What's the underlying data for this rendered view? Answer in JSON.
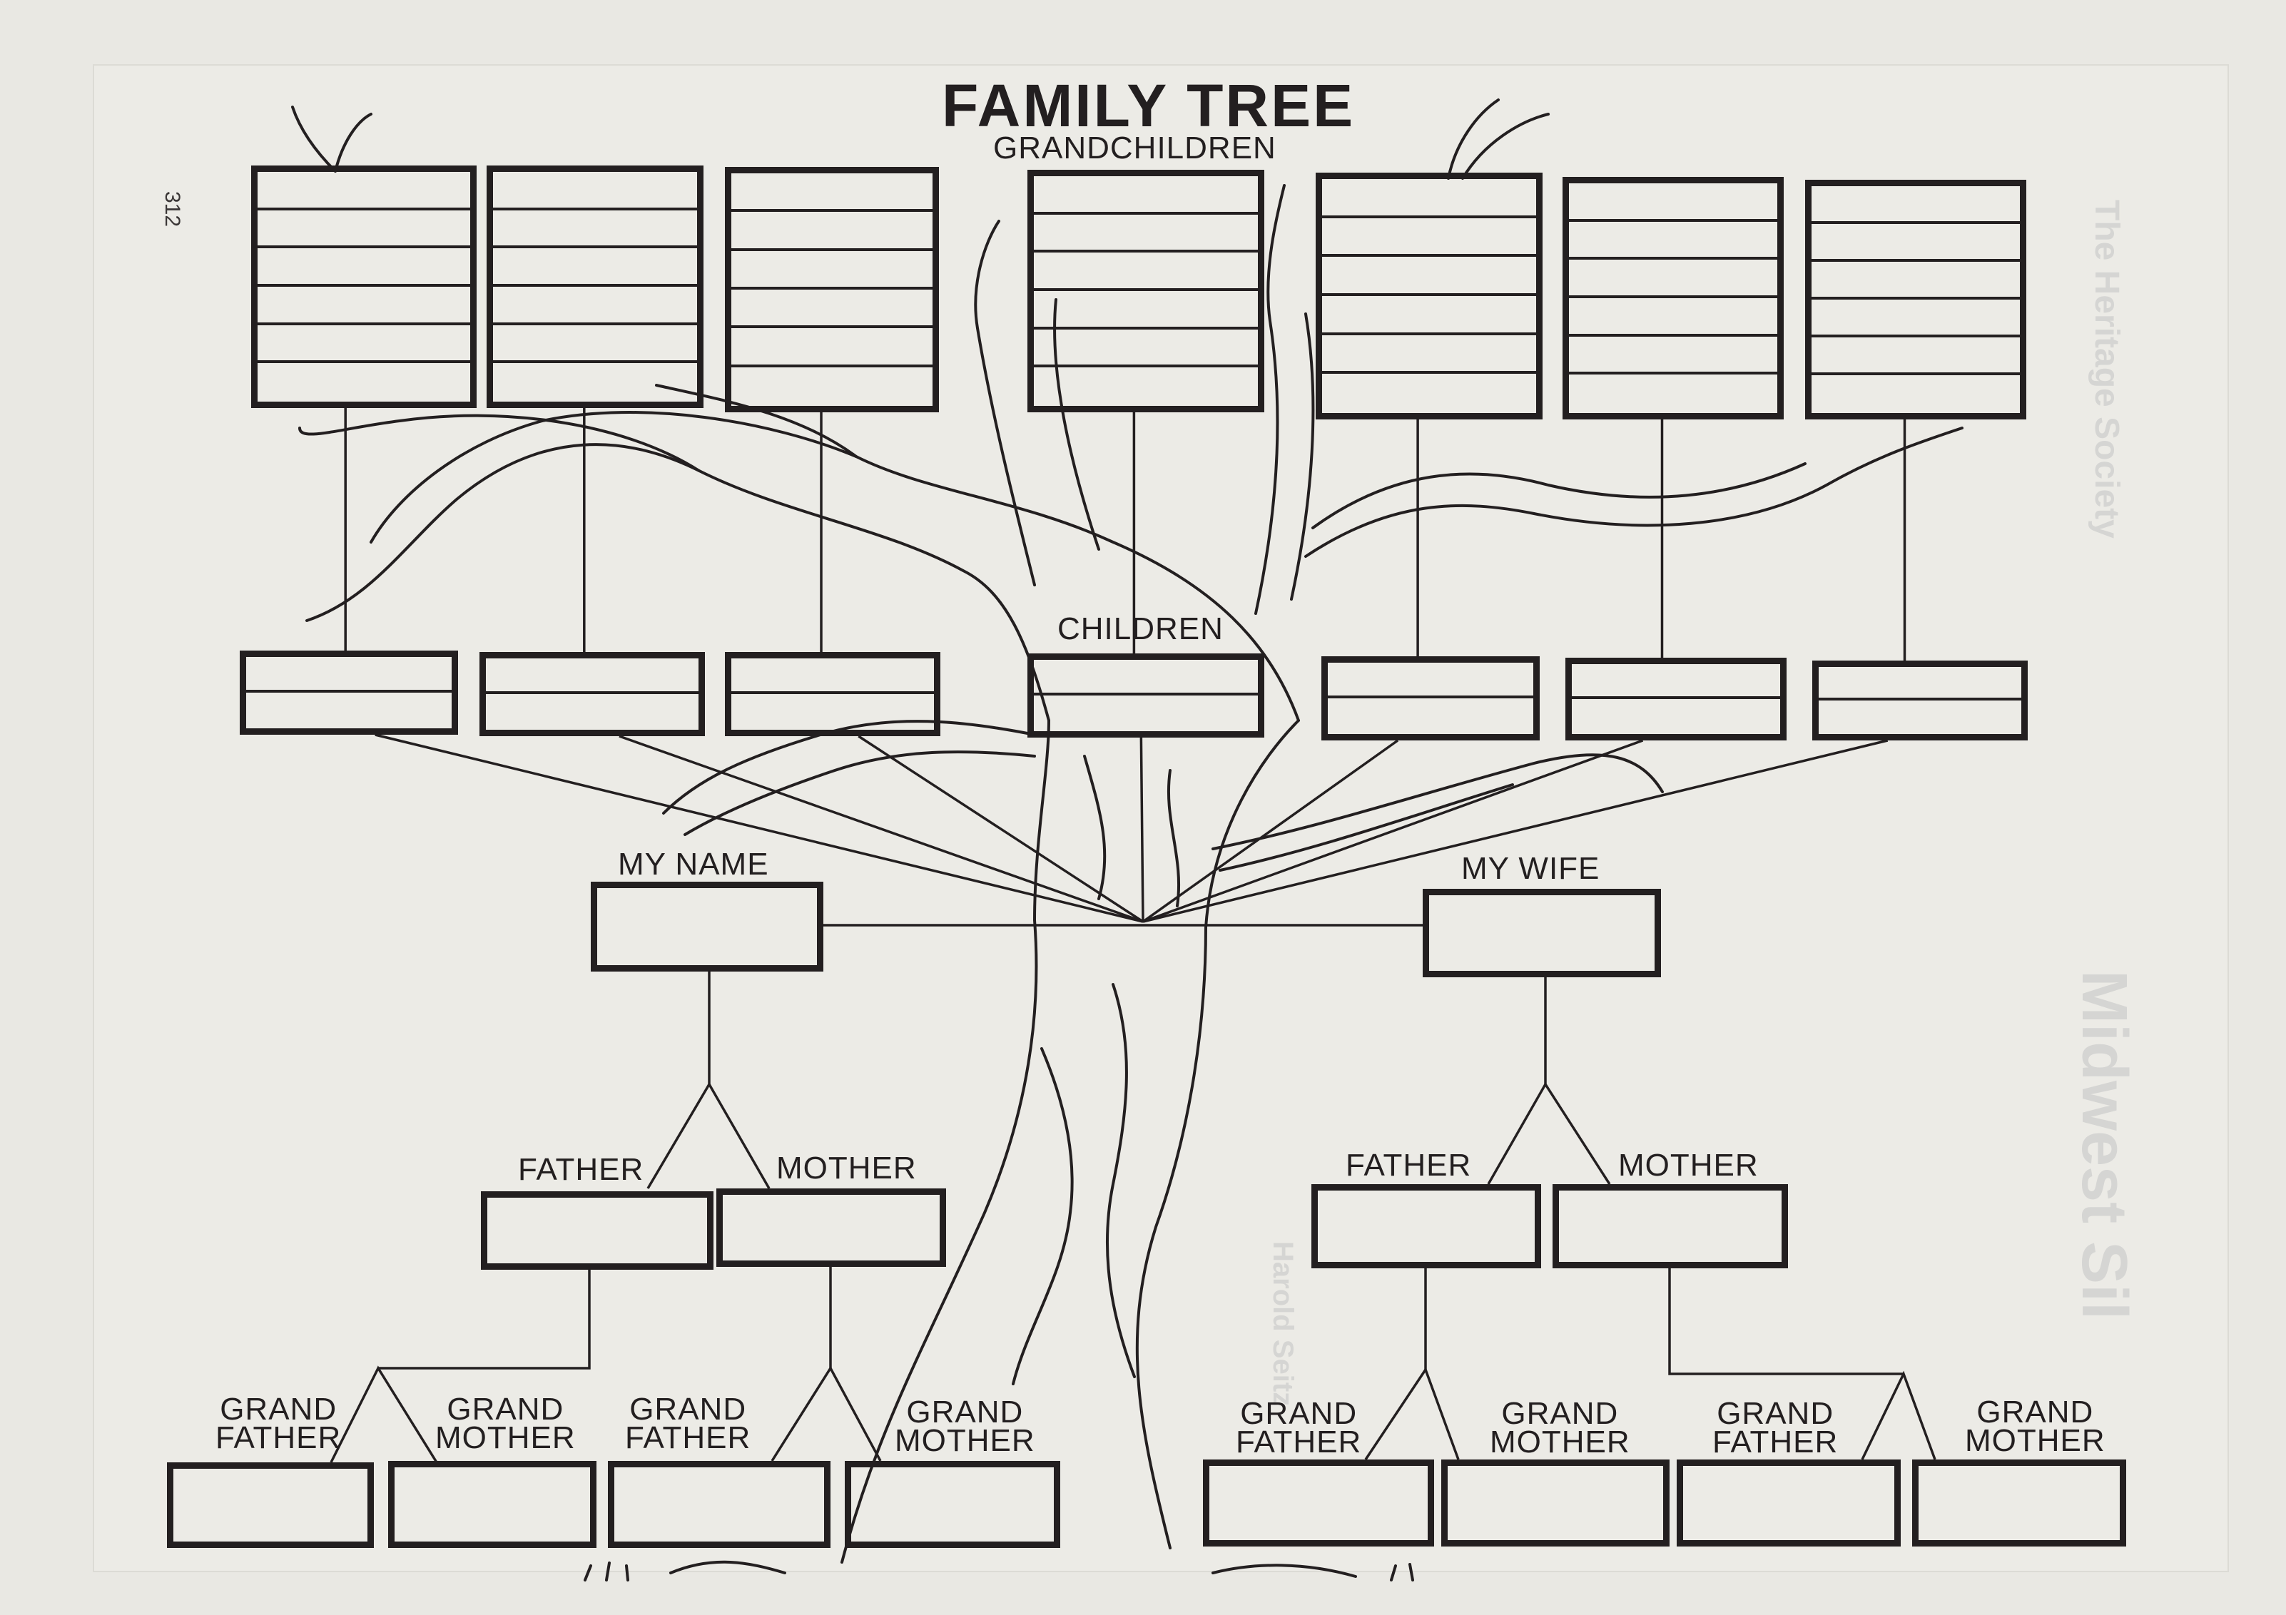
{
  "document": {
    "title": "FAMILY TREE",
    "page_number": "312",
    "ink_color": "#231f20",
    "paper_color": "#e9e8e3"
  },
  "sections": {
    "grandchildren": {
      "label": "GRANDCHILDREN",
      "count": 7,
      "rows_per_box": 6
    },
    "children": {
      "label": "CHILDREN",
      "count": 7,
      "rows_per_box": 2
    }
  },
  "couple": {
    "self_label": "MY NAME",
    "spouse_label": "MY WIFE"
  },
  "parents": {
    "self_side": {
      "father": "FATHER",
      "mother": "MOTHER"
    },
    "spouse_side": {
      "father": "FATHER",
      "mother": "MOTHER"
    }
  },
  "grandparents": [
    {
      "line1": "GRAND",
      "line2": "FATHER"
    },
    {
      "line1": "GRAND",
      "line2": "MOTHER"
    },
    {
      "line1": "GRAND",
      "line2": "FATHER"
    },
    {
      "line1": "GRAND",
      "line2": "MOTHER"
    },
    {
      "line1": "GRAND",
      "line2": "FATHER"
    },
    {
      "line1": "GRAND",
      "line2": "MOTHER"
    },
    {
      "line1": "GRAND",
      "line2": "FATHER"
    },
    {
      "line1": "GRAND",
      "line2": "MOTHER"
    }
  ],
  "bleed_through_text": [
    "Midwest Sil",
    "The Heritage Society",
    "Harold Seitz"
  ]
}
